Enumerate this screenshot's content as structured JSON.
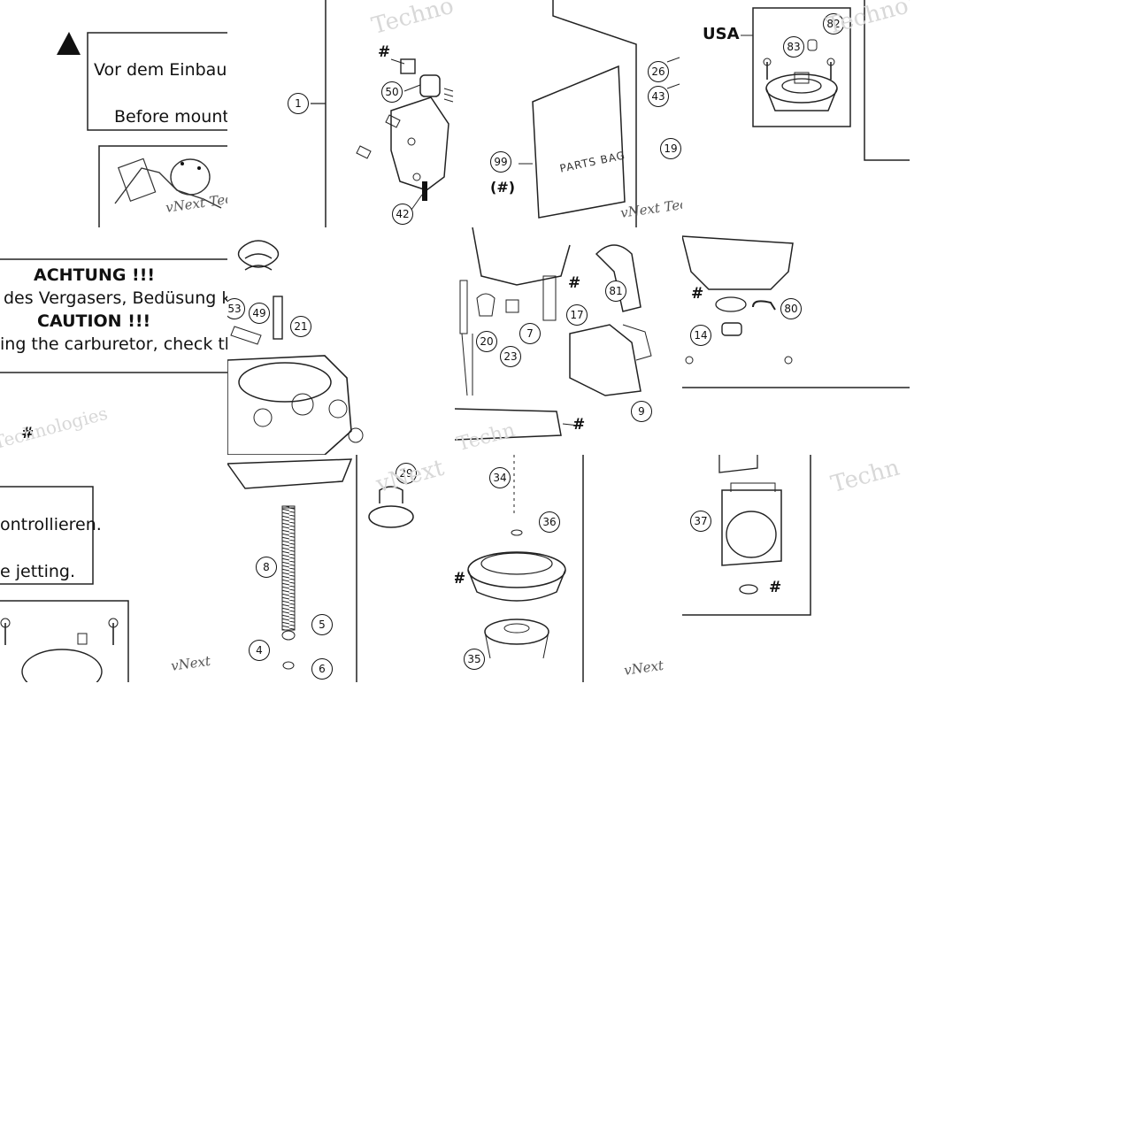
{
  "notice_de_top": "Vor dem Einbau",
  "notice_en_top": "Before mounti",
  "warning_de_head": "ACHTUNG !!!",
  "warning_de_line": "des Vergasers, Bedüsung ko",
  "warning_en_head": "CAUTION !!!",
  "warning_en_line": "ing the carburetor, check the",
  "notice_de_bottom": "ontrollieren.",
  "notice_en_bottom": "e jetting.",
  "region_label": "USA",
  "bag_ref": "(#)",
  "bag_print": "PARTS BAG",
  "hash_mark": "#",
  "watermarks": [
    "Techno",
    "vNext Tec",
    "vNext Tec",
    "Techn",
    "vNext",
    "Technologies",
    "Techn",
    "vNext",
    "vNext",
    "Techn"
  ],
  "callouts": {
    "c1": "1",
    "c50": "50",
    "c42": "42",
    "c99": "99",
    "c26": "26",
    "c43": "43",
    "c19": "19",
    "c82": "82",
    "c83": "83",
    "c53": "53",
    "c49": "49",
    "c21": "21",
    "c81": "81",
    "c17": "17",
    "c7a": "7",
    "c20": "20",
    "c23": "23",
    "c9": "9",
    "c80": "80",
    "c14": "14",
    "c8": "8",
    "c5": "5",
    "c4": "4",
    "c6": "6",
    "c29": "29",
    "c34": "34",
    "c36": "36",
    "c35": "35",
    "c37": "37"
  },
  "colors": {
    "ink": "#111111",
    "paper": "#ffffff",
    "watermark": "#d8d8d8"
  }
}
